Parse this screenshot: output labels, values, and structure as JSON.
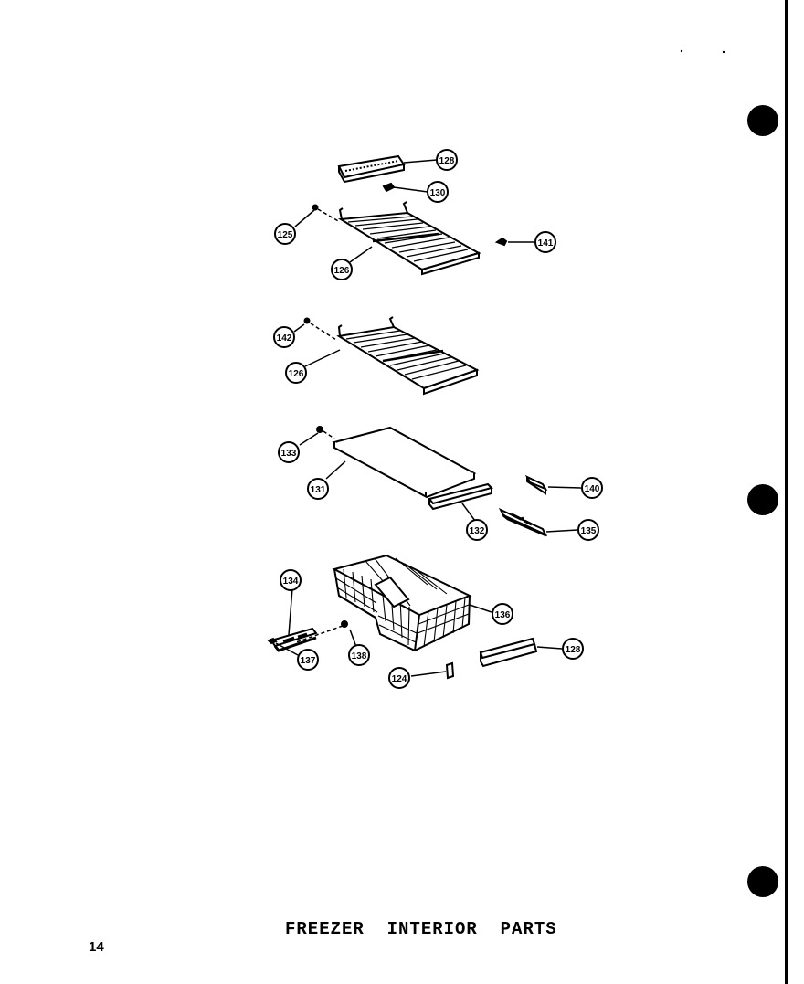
{
  "caption": "FREEZER  INTERIOR  PARTS",
  "page_number": "14",
  "callouts": [
    {
      "id": "c128a",
      "label": "128"
    },
    {
      "id": "c130",
      "label": "130"
    },
    {
      "id": "c125",
      "label": "125"
    },
    {
      "id": "c126a",
      "label": "126"
    },
    {
      "id": "c141",
      "label": "141"
    },
    {
      "id": "c142",
      "label": "142"
    },
    {
      "id": "c126b",
      "label": "126"
    },
    {
      "id": "c133",
      "label": "133"
    },
    {
      "id": "c131",
      "label": "131"
    },
    {
      "id": "c140",
      "label": "140"
    },
    {
      "id": "c132",
      "label": "132"
    },
    {
      "id": "c135",
      "label": "135"
    },
    {
      "id": "c134",
      "label": "134"
    },
    {
      "id": "c136",
      "label": "136"
    },
    {
      "id": "c137",
      "label": "137"
    },
    {
      "id": "c138",
      "label": "138"
    },
    {
      "id": "c124",
      "label": "124"
    },
    {
      "id": "c128b",
      "label": "128"
    }
  ]
}
